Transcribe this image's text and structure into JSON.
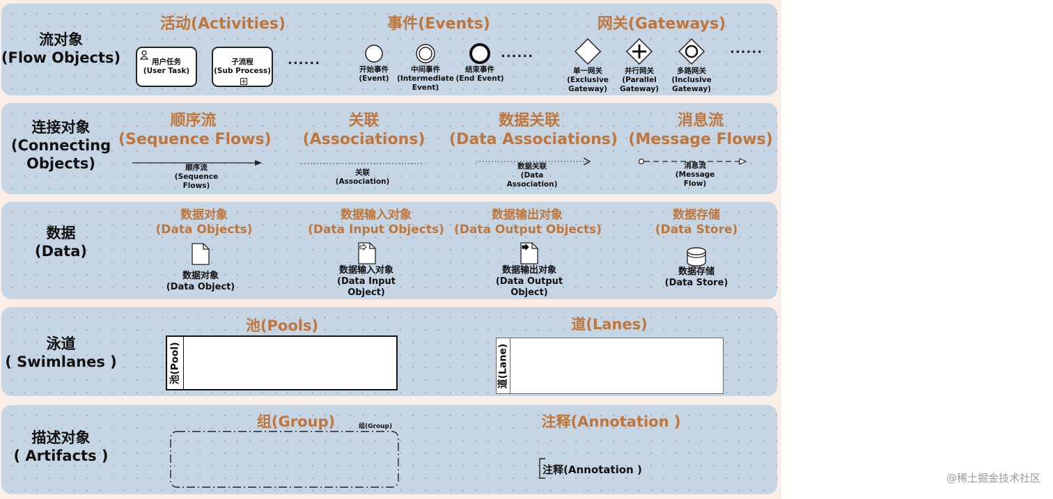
{
  "flow": {
    "label1": "流对象",
    "label2": "(Flow Objects)",
    "activities_title": "活动(Activities)",
    "events_title": "事件(Events)",
    "gateways_title": "网关(Gateways)",
    "user_task1": "用户任务",
    "user_task2": "(User Task)",
    "sub1": "子流程",
    "sub2": "(Sub Process)",
    "start1": "开始事件",
    "start2": "(Event)",
    "inter1": "中间事件",
    "inter2": "(Intermediate",
    "inter3": "Event)",
    "end1": "结束事件",
    "end2": "(End Event)",
    "excl1": "单一网关",
    "excl2": "(Exclusive",
    "excl3": "Gateway)",
    "par1": "并行网关",
    "par2": "(Parallel",
    "par3": "Gateway)",
    "inc1": "多路网关",
    "inc2": "(Inclusive",
    "inc3": "Gateway)",
    "ellipsis": "......"
  },
  "connect": {
    "label1": "连接对象",
    "label2": "(Connecting",
    "label3": "Objects)",
    "seq_t1": "顺序流",
    "seq_t2": "(Sequence Flows)",
    "assoc_t1": "关联",
    "assoc_t2": "(Associations)",
    "dassoc_t1": "数据关联",
    "dassoc_t2": "(Data Associations)",
    "msg_t1": "消息流",
    "msg_t2": "(Message Flows)",
    "seq1": "顺序流",
    "seq2": "(Sequence",
    "seq3": "Flows)",
    "assoc1": "关联",
    "assoc2": "(Association)",
    "dassoc1": "数据关联",
    "dassoc2": "(Data",
    "dassoc3": "Association)",
    "msg1": "消息流",
    "msg2": "(Message",
    "msg3": "Flow)"
  },
  "data": {
    "label1": "数据",
    "label2": "(Data)",
    "obj_t1": "数据对象",
    "obj_t2": "(Data Objects)",
    "in_t1": "数据输入对象",
    "in_t2": "(Data Input Objects)",
    "out_t1": "数据输出对象",
    "out_t2": "(Data Output Objects)",
    "store_t1": "数据存储",
    "store_t2": "(Data Store)",
    "obj1": "数据对象",
    "obj2": "(Data Object)",
    "in1": "数据输入对象",
    "in2": "(Data Input",
    "in3": "Object)",
    "out1": "数据输出对象",
    "out2": "(Data Output",
    "out3": "Object)",
    "store1": "数据存储",
    "store2": "(Data Store)"
  },
  "swim": {
    "label1": "泳道",
    "label2": "( Swimlanes )",
    "pools_title": "池(Pools)",
    "lanes_title": "道(Lanes)",
    "pool_vert": "池(Pool)",
    "lane_vert": "道(Lane)"
  },
  "artifacts": {
    "label1": "描述对象",
    "label2": "( Artifacts )",
    "group_title": "组(Group)",
    "group_small": "组(Group)",
    "annot_title": "注释(Annotation )",
    "annot_text": "注释(Annotation )"
  },
  "watermark": "@稀土掘金技术社区"
}
